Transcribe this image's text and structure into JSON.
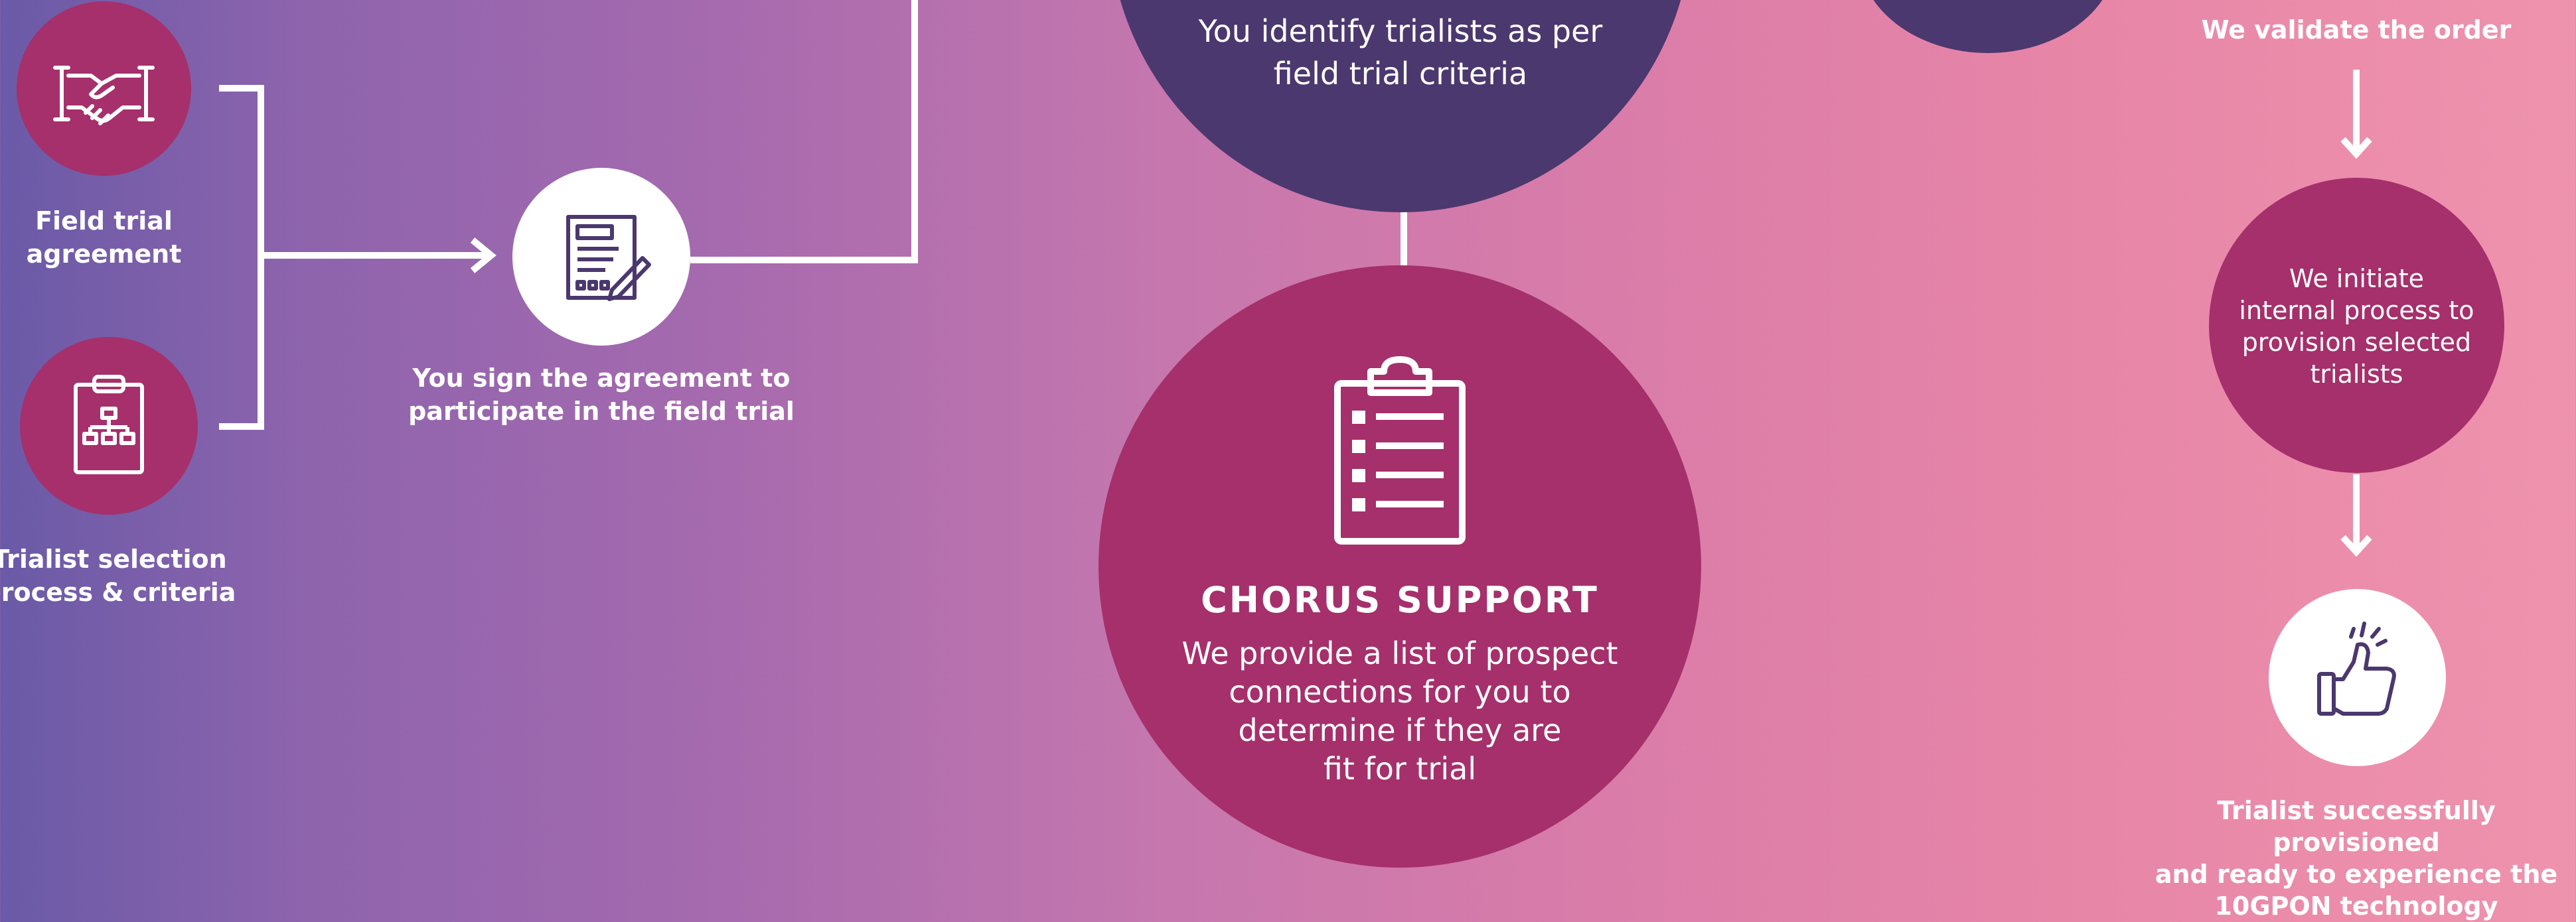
{
  "steps": {
    "field_trial": {
      "label": "Field trial\nagreement",
      "icon": "handshake-icon"
    },
    "trialist_selection": {
      "label": "Trialist selection\nprocess & criteria",
      "icon": "org-chart-clipboard-icon"
    },
    "sign": {
      "label": "You sign the agreement to\nparticipate in the field trial",
      "icon": "document-sign-icon"
    },
    "identify": {
      "text": "You identify trialists as per\nfield trial criteria"
    },
    "chorus_support": {
      "title": "CHORUS SUPPORT",
      "text": "We provide a list of prospect\nconnections for you to\ndetermine if they are\nfit for trial",
      "icon": "checklist-clipboard-icon"
    },
    "validate": {
      "label": "We validate the order"
    },
    "initiate": {
      "text": "We initiate\ninternal process to\nprovision selected\ntrialists"
    },
    "provisioned": {
      "label": "Trialist successfully provisioned\nand ready to experience the\n10GPON technology",
      "icon": "thumbs-up-icon"
    }
  },
  "colors": {
    "magenta": "#a5306b",
    "dark_purple": "#4b386e",
    "white": "#ffffff",
    "icon_purple": "#4b386e"
  }
}
